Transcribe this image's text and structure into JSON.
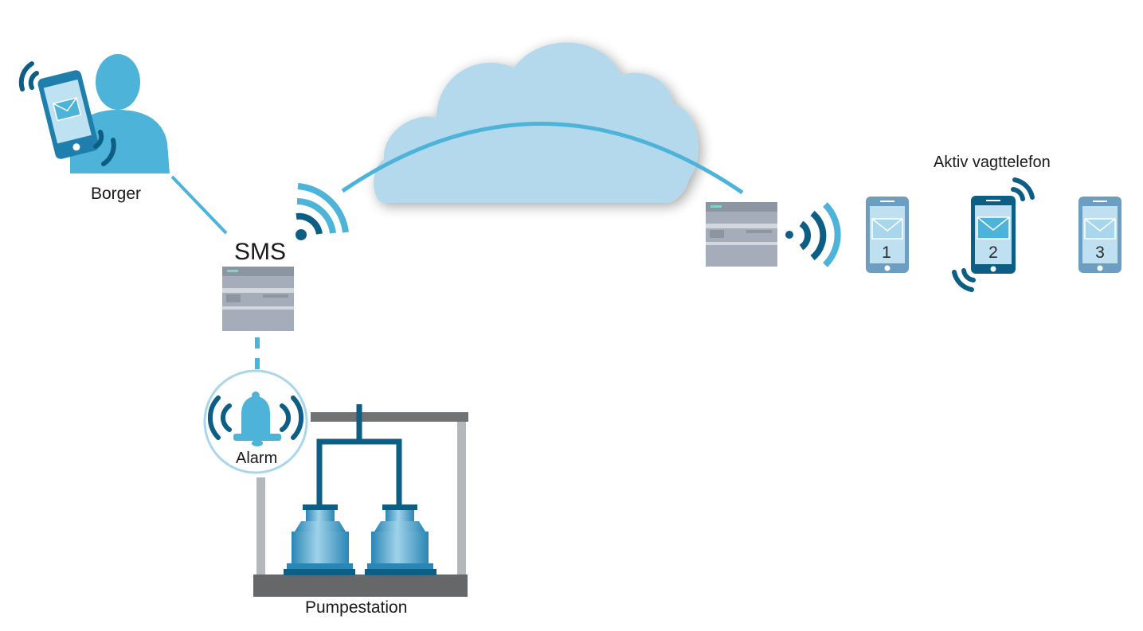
{
  "labels": {
    "citizen": "Borger",
    "sms": "SMS",
    "alarm": "Alarm",
    "pump_station": "Pumpestation",
    "active_phone": "Aktiv vagttelefon"
  },
  "phones": [
    {
      "number": "1",
      "active": false
    },
    {
      "number": "2",
      "active": true
    },
    {
      "number": "3",
      "active": false
    }
  ],
  "colors": {
    "light_blue": "#4db3d9",
    "dark_blue": "#0d5e85",
    "cloud": "#b5d9ec",
    "device_gray": "#9aa3af",
    "frame_gray": "#777777"
  }
}
